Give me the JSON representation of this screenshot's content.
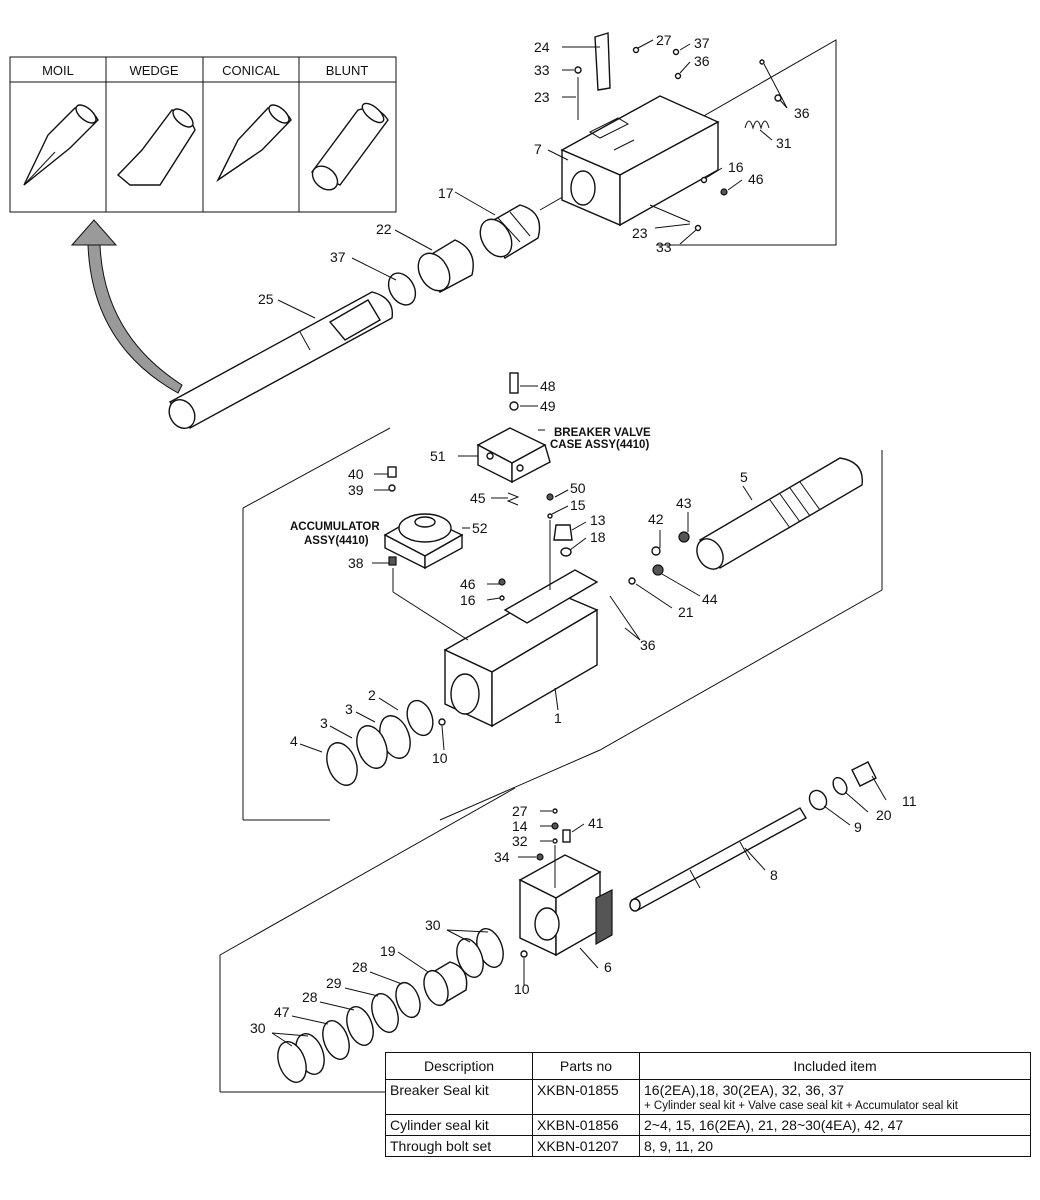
{
  "tip_types": [
    "MOIL",
    "WEDGE",
    "CONICAL",
    "BLUNT"
  ],
  "callouts": {
    "n1": "1",
    "n2": "2",
    "n3a": "3",
    "n3b": "3",
    "n4": "4",
    "n5": "5",
    "n6": "6",
    "n7": "7",
    "n8": "8",
    "n9": "9",
    "n10a": "10",
    "n10b": "10",
    "n11": "11",
    "n13": "13",
    "n14": "14",
    "n15": "15",
    "n16a": "16",
    "n16b": "16",
    "n17": "17",
    "n18": "18",
    "n19": "19",
    "n20": "20",
    "n21": "21",
    "n22": "22",
    "n23a": "23",
    "n23b": "23",
    "n24": "24",
    "n25": "25",
    "n27a": "27",
    "n27b": "27",
    "n28a": "28",
    "n28b": "28",
    "n29": "29",
    "n30a": "30",
    "n30b": "30",
    "n31": "31",
    "n32": "32",
    "n33a": "33",
    "n33b": "33",
    "n34": "34",
    "n36a": "36",
    "n36b": "36",
    "n36c": "36",
    "n37a": "37",
    "n37b": "37",
    "n38": "38",
    "n39": "39",
    "n40": "40",
    "n41": "41",
    "n42": "42",
    "n43": "43",
    "n44": "44",
    "n45": "45",
    "n46a": "46",
    "n46b": "46",
    "n47": "47",
    "n48": "48",
    "n49": "49",
    "n50": "50",
    "n51": "51",
    "n52": "52"
  },
  "labels": {
    "breaker_valve_1": "BREAKER VALVE",
    "breaker_valve_2": "CASE ASSY(4410)",
    "accumulator_1": "ACCUMULATOR",
    "accumulator_2": "ASSY(4410)"
  },
  "table": {
    "headers": [
      "Description",
      "Parts no",
      "Included item"
    ],
    "rows": [
      {
        "description": "Breaker Seal kit",
        "parts_no": "XKBN-01855",
        "included": "16(2EA),18, 30(2EA), 32, 36, 37",
        "note": "+ Cylinder seal kit + Valve case seal kit + Accumulator seal kit"
      },
      {
        "description": "Cylinder seal kit",
        "parts_no": "XKBN-01856",
        "included": "2~4, 15, 16(2EA), 21, 28~30(4EA), 42, 47",
        "note": ""
      },
      {
        "description": "Through bolt set",
        "parts_no": "XKBN-01207",
        "included": "8, 9, 11, 20",
        "note": ""
      }
    ]
  }
}
